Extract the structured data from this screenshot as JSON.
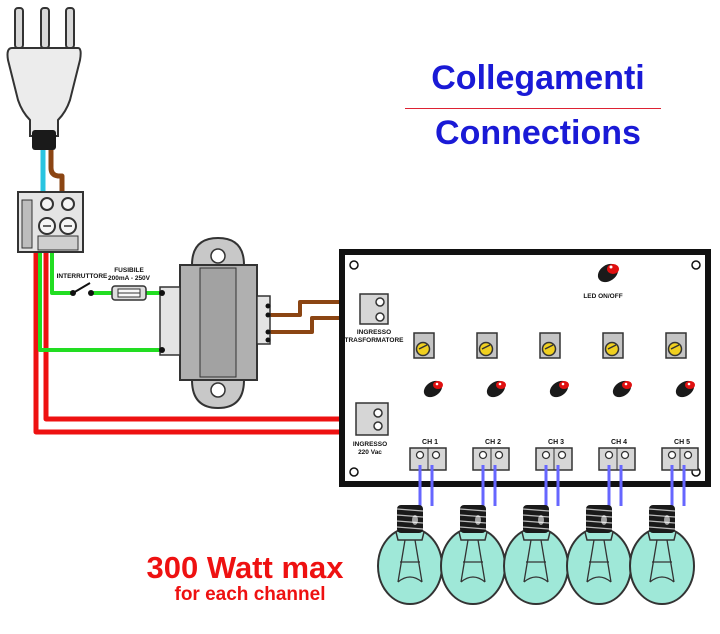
{
  "title": {
    "italian": "Collegamenti",
    "english": "Connections"
  },
  "labels": {
    "switch": "INTERRUTTORE",
    "fuse_title": "FUSIBILE",
    "fuse_spec": "200mA - 250V",
    "led": "LED ON/OFF",
    "transformer_input_1": "INGRESSO",
    "transformer_input_2": "TRASFORMATORE",
    "mains_input_1": "INGRESSO",
    "mains_input_2": "220 Vac"
  },
  "channels": [
    "CH 1",
    "CH 2",
    "CH 3",
    "CH 4",
    "CH 5"
  ],
  "power_note": {
    "main": "300 Watt max",
    "sub": "for each channel"
  },
  "colors": {
    "title": "#1a1ad6",
    "power_note": "#ee1111",
    "wire_red": "#ee1111",
    "wire_green": "#22dd22",
    "wire_brown": "#8b4513",
    "wire_blue": "#6666ff",
    "led": "#e01010",
    "bulb_glass": "#9fe8d8"
  }
}
